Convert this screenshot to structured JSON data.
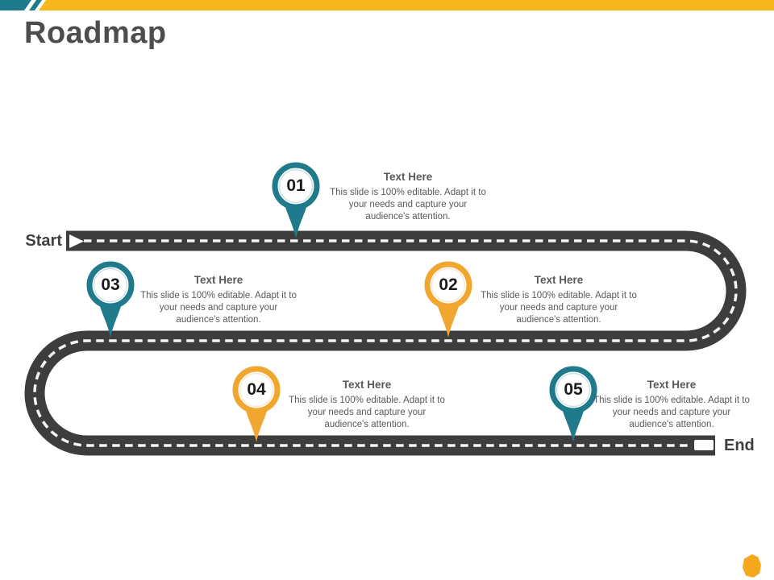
{
  "slide": {
    "title": "Roadmap"
  },
  "road": {
    "start_label": "Start",
    "end_label": "End"
  },
  "pins": [
    {
      "number": "01",
      "title": "Text Here",
      "body": "This slide is 100% editable. Adapt it to your needs and capture your audience's attention.",
      "pin_color": "#1f7a8c",
      "pin_color_light": "#cde3e8"
    },
    {
      "number": "02",
      "title": "Text Here",
      "body": "This slide is 100% editable. Adapt it to your needs and capture your audience's attention.",
      "pin_color": "#f0a62f",
      "pin_color_light": "#f9e9cd"
    },
    {
      "number": "03",
      "title": "Text Here",
      "body": "This slide is 100% editable. Adapt it to your needs and capture your audience's attention.",
      "pin_color": "#1f7a8c",
      "pin_color_light": "#cde3e8"
    },
    {
      "number": "04",
      "title": "Text Here",
      "body": "This slide is 100% editable. Adapt it to your needs and capture your audience's attention.",
      "pin_color": "#f0a62f",
      "pin_color_light": "#f9e9cd"
    },
    {
      "number": "05",
      "title": "Text Here",
      "body": "This slide is 100% editable. Adapt it to your needs and capture your audience's attention.",
      "pin_color": "#1f7a8c",
      "pin_color_light": "#cde3e8"
    }
  ],
  "colors": {
    "teal": "#1f7a8c",
    "bar_yellow": "#f8b71c",
    "road": "#3d3d3d",
    "dash_white": "#f5f5f5",
    "accent_shape": "#f5a81c",
    "title_gray": "#4d4d4d",
    "text_gray": "#595959"
  }
}
